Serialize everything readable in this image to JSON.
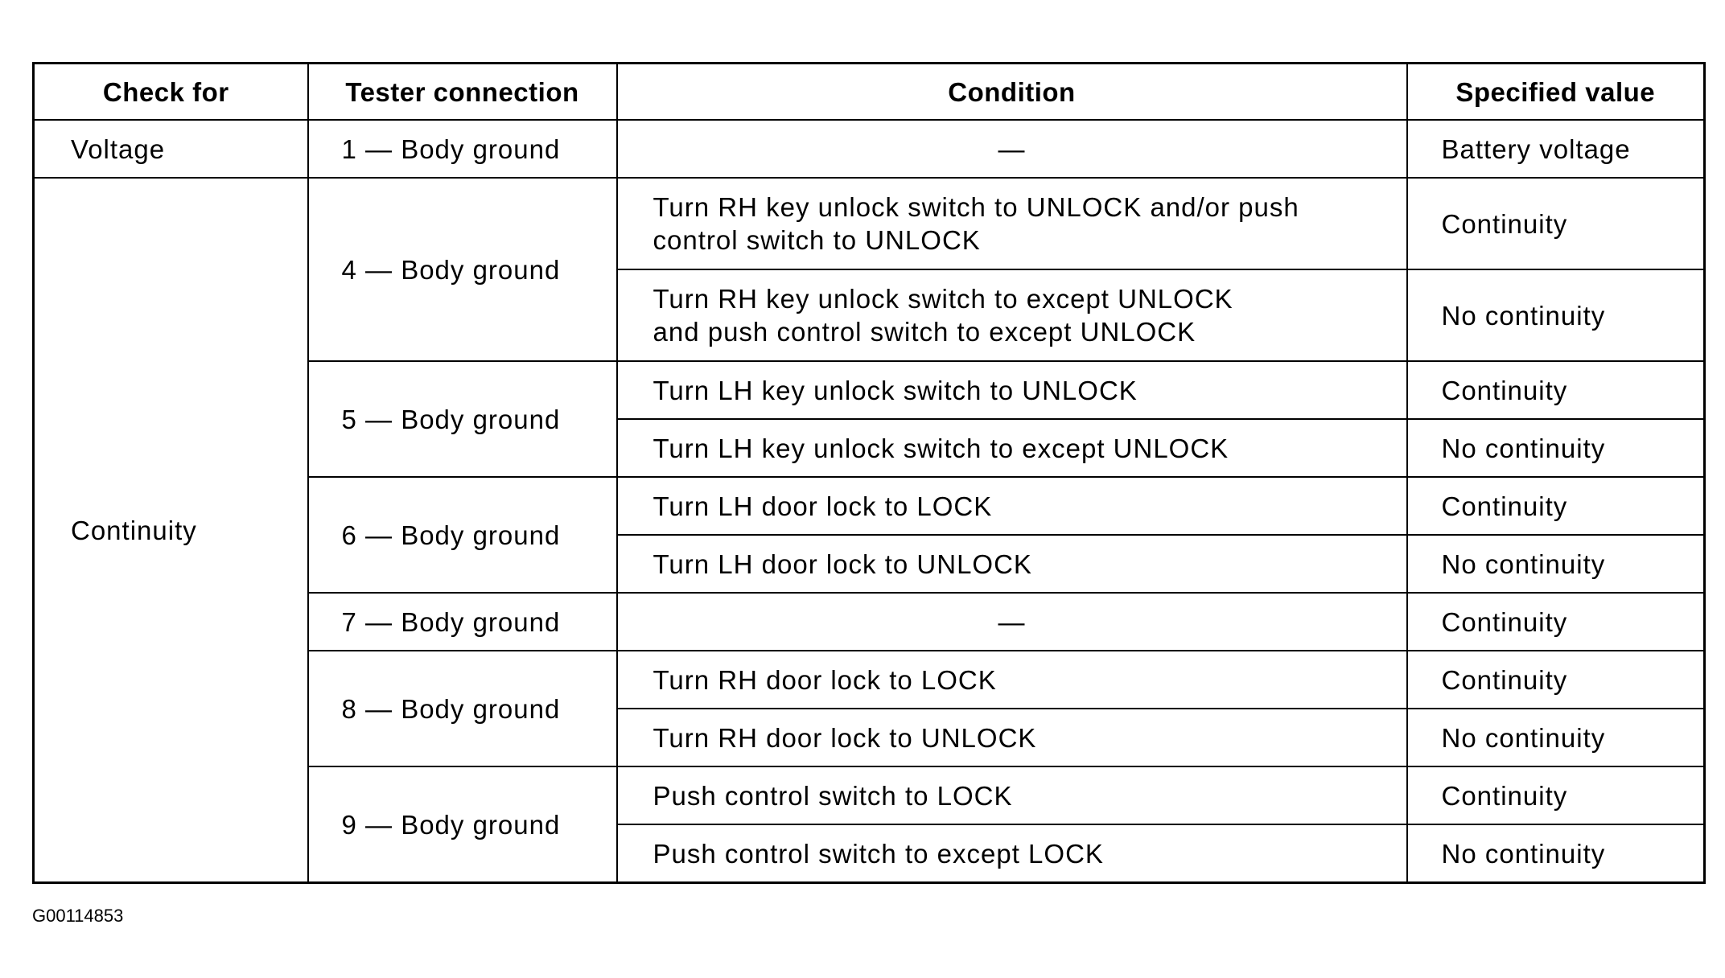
{
  "table": {
    "headers": [
      "Check for",
      "Tester connection",
      "Condition",
      "Specified value"
    ],
    "rows": [
      {
        "check_for": "Voltage",
        "groups": [
          {
            "tester": "1 — Body ground",
            "conditions": [
              {
                "condition": "—",
                "value": "Battery voltage"
              }
            ]
          }
        ]
      },
      {
        "check_for": "Continuity",
        "groups": [
          {
            "tester": "4 — Body ground",
            "conditions": [
              {
                "condition_lines": [
                  "Turn RH key unlock switch to UNLOCK and/or push",
                  "control switch to UNLOCK"
                ],
                "value": "Continuity"
              },
              {
                "condition_lines": [
                  "Turn RH key unlock switch to except UNLOCK",
                  "and push control switch to except UNLOCK"
                ],
                "value": "No continuity"
              }
            ]
          },
          {
            "tester": "5 — Body ground",
            "conditions": [
              {
                "condition": "Turn LH key unlock switch to UNLOCK",
                "value": "Continuity"
              },
              {
                "condition": "Turn LH key unlock switch to except UNLOCK",
                "value": "No continuity"
              }
            ]
          },
          {
            "tester": "6 — Body ground",
            "conditions": [
              {
                "condition": "Turn LH door lock to LOCK",
                "value": "Continuity"
              },
              {
                "condition": "Turn LH door lock to UNLOCK",
                "value": "No continuity"
              }
            ]
          },
          {
            "tester": "7 — Body ground",
            "conditions": [
              {
                "condition": "—",
                "value": "Continuity"
              }
            ]
          },
          {
            "tester": "8 — Body ground",
            "conditions": [
              {
                "condition": "Turn RH door lock to LOCK",
                "value": "Continuity"
              },
              {
                "condition": "Turn RH door lock to UNLOCK",
                "value": "No continuity"
              }
            ]
          },
          {
            "tester": "9 — Body ground",
            "conditions": [
              {
                "condition": "Push control switch to LOCK",
                "value": "Continuity"
              },
              {
                "condition": "Push control switch to except LOCK",
                "value": "No continuity"
              }
            ]
          }
        ]
      }
    ]
  },
  "figure_id": "G00114853"
}
